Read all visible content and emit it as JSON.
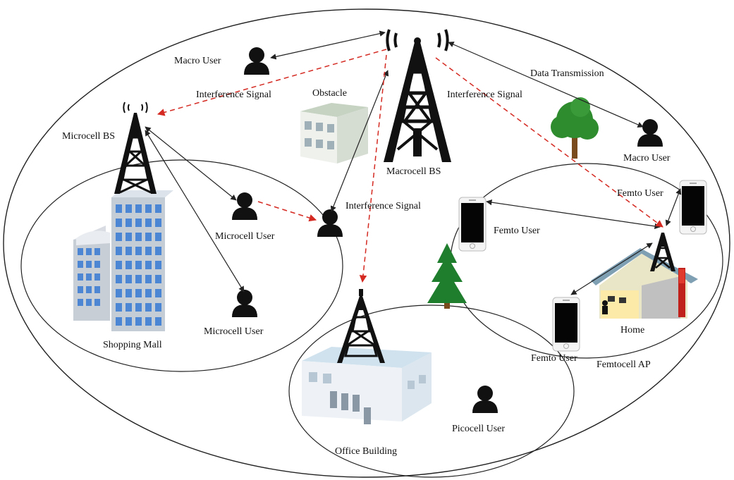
{
  "labels": {
    "macro_user_top": "Macro User",
    "macro_user_right": "Macro User",
    "macrocell_bs": "Macrocell BS",
    "microcell_bs": "Microcell BS",
    "interference_left": "Interference Signal",
    "interference_right": "Interference Signal",
    "interference_middle": "Interference Signal",
    "obstacle": "Obstacle",
    "data_transmission": "Data Transmission",
    "microcell_user_1": "Microcell User",
    "microcell_user_2": "Microcell User",
    "shopping_mall": "Shopping Mall",
    "femto_user_top": "Femto User",
    "femto_user_left": "Femto User",
    "femto_user_bottom": "Femto User",
    "home": "Home",
    "femtocell_ap": "Femtocell AP",
    "office_building": "Office Building",
    "picocell_user": "Picocell User"
  },
  "colors": {
    "interference": "#d42a22",
    "data_link": "#222222",
    "tower": "#111111",
    "building_blue": "#5b8fd1",
    "tree_green": "#2e8b2e",
    "house_wall": "#e8e4c8",
    "roof": "#7f9fb3"
  },
  "icons": [
    "tower-icon",
    "user-icon",
    "phone-icon",
    "tree-icon",
    "building-icon",
    "house-icon"
  ]
}
